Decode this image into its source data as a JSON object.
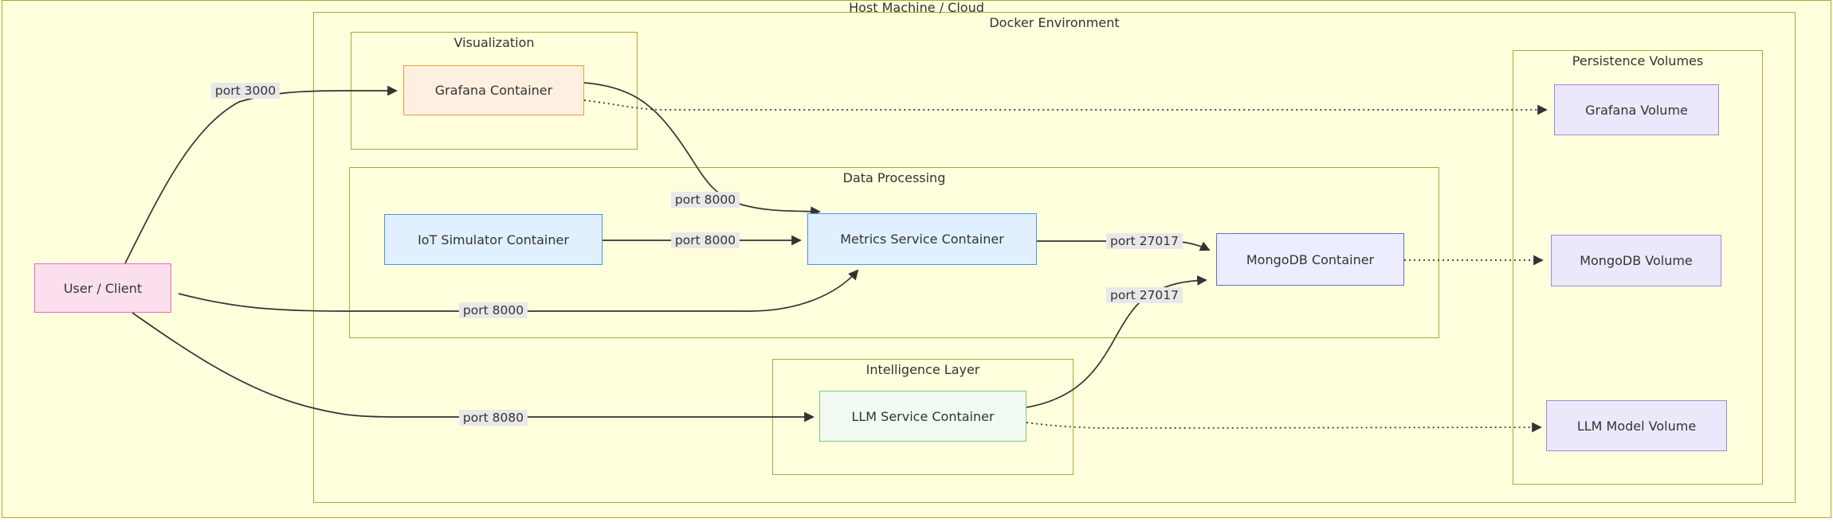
{
  "titles": {
    "host": "Host Machine / Cloud",
    "docker": "Docker Environment"
  },
  "groups": {
    "visualization": {
      "label": "Visualization"
    },
    "data_processing": {
      "label": "Data Processing"
    },
    "intelligence": {
      "label": "Intelligence Layer"
    },
    "persistence": {
      "label": "Persistence Volumes"
    }
  },
  "nodes": {
    "user": {
      "label": "User / Client"
    },
    "grafana": {
      "label": "Grafana Container"
    },
    "iot": {
      "label": "IoT Simulator Container"
    },
    "metrics": {
      "label": "Metrics Service Container"
    },
    "mongodb": {
      "label": "MongoDB Container"
    },
    "llm": {
      "label": "LLM Service Container"
    },
    "grafana_volume": {
      "label": "Grafana Volume"
    },
    "mongodb_volume": {
      "label": "MongoDB Volume"
    },
    "llm_volume": {
      "label": "LLM Model Volume"
    }
  },
  "edge_labels": {
    "port3000": {
      "text": "port 3000"
    },
    "port8000_grafana": {
      "text": "port 8000"
    },
    "port8000_iot": {
      "text": "port 8000"
    },
    "port8000_user": {
      "text": "port 8000"
    },
    "port27017_metrics": {
      "text": "port 27017"
    },
    "port27017_llm": {
      "text": "port 27017"
    },
    "port8080": {
      "text": "port 8080"
    }
  },
  "colors": {
    "background": "#ffffde",
    "group_border": "#aaaa33",
    "line": "#333333",
    "text": "#333333",
    "edge_label_bg": "#e8e8e8",
    "user": {
      "fill": "#fbdfef",
      "stroke": "#e56db2"
    },
    "grafana": {
      "fill": "#fdf0e1",
      "stroke": "#ec9b40"
    },
    "blue": {
      "fill": "#e1f0fe",
      "stroke": "#5091e8"
    },
    "mongodb": {
      "fill": "#ecedfe",
      "stroke": "#6170d5"
    },
    "llm": {
      "fill": "#f0faf1",
      "stroke": "#81c784"
    },
    "volume": {
      "fill": "#ebe8fb",
      "stroke": "#9c8ad6"
    }
  }
}
